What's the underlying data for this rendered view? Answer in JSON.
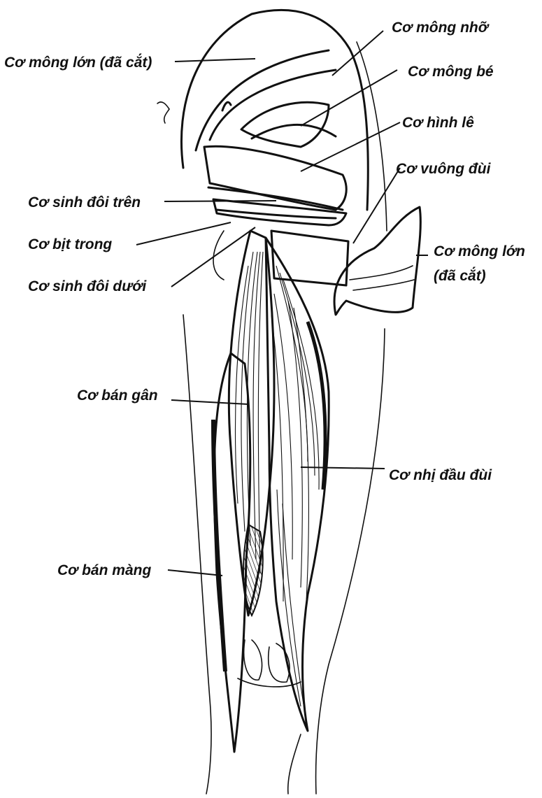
{
  "labels": {
    "gluteus_max_cut_left": "Cơ mông lớn (đã cắt)",
    "gluteus_min": "Cơ mông nhỡ",
    "gluteus_small": "Cơ mông bé",
    "piriformis": "Cơ hình lê",
    "quadratus_femoris": "Cơ vuông đùi",
    "gluteus_max_cut_right_1": "Cơ mông lớn",
    "gluteus_max_cut_right_2": "(đã cắt)",
    "gemellus_superior": "Cơ sinh đôi trên",
    "obturator_internus": "Cơ bịt trong",
    "gemellus_inferior": "Cơ sinh đôi dưới",
    "semitendinosus": "Cơ bán gân",
    "biceps_femoris": "Cơ nhị đầu đùi",
    "semimembranosus": "Cơ bán màng"
  },
  "colors": {
    "ink": "#111111",
    "background": "#ffffff"
  }
}
